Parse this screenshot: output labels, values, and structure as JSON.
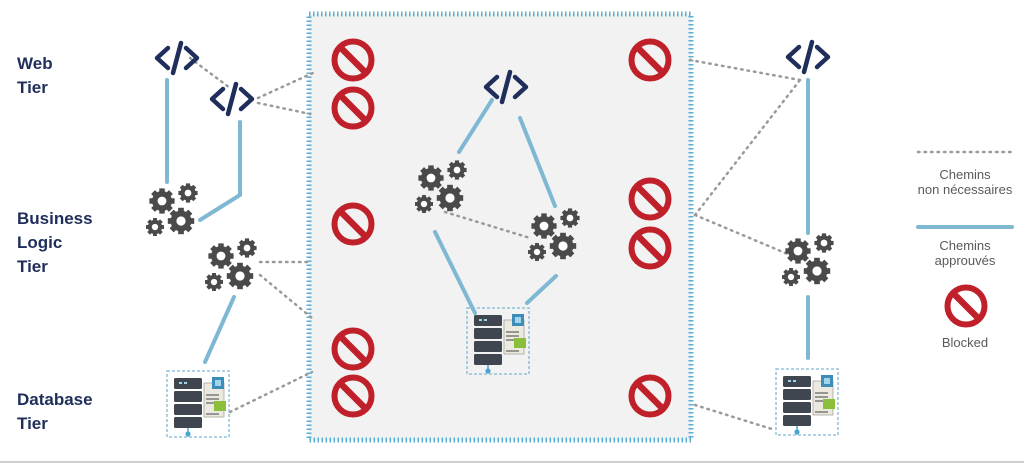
{
  "tiers": {
    "web": [
      "Web",
      "Tier"
    ],
    "business": [
      "Business",
      "Logic",
      "Tier"
    ],
    "database": [
      "Database",
      "Tier"
    ]
  },
  "legend": {
    "unnecessary": [
      "Chemins",
      "non nécessaires"
    ],
    "approved": [
      "Chemins",
      "approuvés"
    ],
    "blocked": "Blocked"
  },
  "colors": {
    "tier_text": "#1f2e5a",
    "approved_path": "#7fb8d3",
    "unnecessary_path": "#9a9a9a",
    "blocked": "#c0202a",
    "icon": "#1f2e5a",
    "gear": "#4a4a4a",
    "zone_fill": "#f2f2f2",
    "zone_border": "#5bb0d6"
  },
  "icons": [
    "code-icon",
    "gears-icon",
    "database-server-icon",
    "document-icon",
    "blocked-icon"
  ]
}
